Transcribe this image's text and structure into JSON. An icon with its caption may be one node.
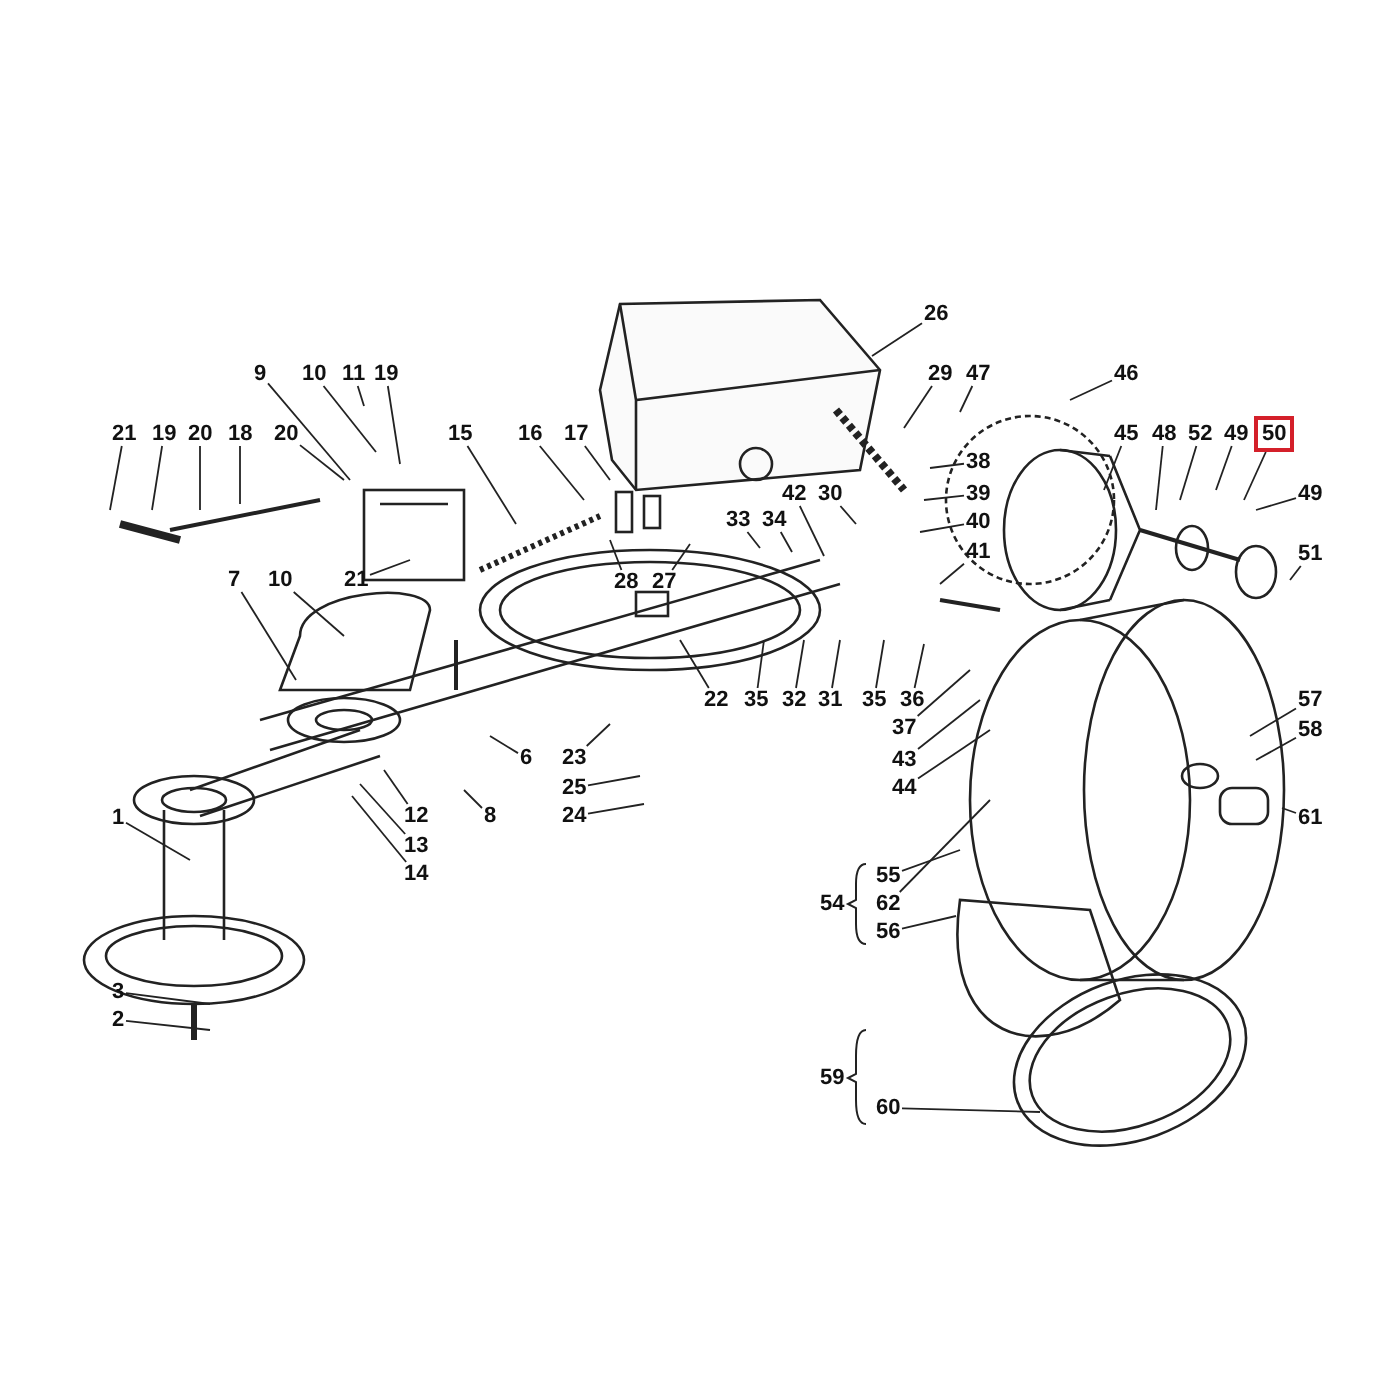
{
  "diagram": {
    "nodes": [
      {
        "text": [
          "26"
        ]
      },
      {
        "text": [
          "29"
        ]
      },
      {
        "text": [
          "47"
        ]
      },
      {
        "text": [
          "46"
        ]
      },
      {
        "text": [
          "9"
        ]
      },
      {
        "text": [
          "10"
        ]
      },
      {
        "text": [
          "11"
        ]
      },
      {
        "text": [
          "19"
        ]
      },
      {
        "text": [
          "21"
        ]
      },
      {
        "text": [
          "19"
        ]
      },
      {
        "text": [
          "20"
        ]
      },
      {
        "text": [
          "18"
        ]
      },
      {
        "text": [
          "20"
        ]
      },
      {
        "text": [
          "15"
        ]
      },
      {
        "text": [
          "16"
        ]
      },
      {
        "text": [
          "17"
        ]
      },
      {
        "text": [
          "45"
        ]
      },
      {
        "text": [
          "48"
        ]
      },
      {
        "text": [
          "52"
        ]
      },
      {
        "text": [
          "49"
        ]
      },
      {
        "text": [
          "50"
        ]
      },
      {
        "text": [
          "42"
        ]
      },
      {
        "text": [
          "30"
        ]
      },
      {
        "text": [
          "38"
        ]
      },
      {
        "text": [
          "49"
        ]
      },
      {
        "text": [
          "39"
        ]
      },
      {
        "text": [
          "33"
        ]
      },
      {
        "text": [
          "34"
        ]
      },
      {
        "text": [
          "40"
        ]
      },
      {
        "text": [
          "41"
        ]
      },
      {
        "text": [
          "51"
        ]
      },
      {
        "text": [
          "7"
        ]
      },
      {
        "text": [
          "10"
        ]
      },
      {
        "text": [
          "21"
        ]
      },
      {
        "text": [
          "28"
        ]
      },
      {
        "text": [
          "27"
        ]
      },
      {
        "text": [
          "22"
        ]
      },
      {
        "text": [
          "6"
        ]
      },
      {
        "text": [
          "23"
        ]
      },
      {
        "text": [
          "12"
        ]
      },
      {
        "text": [
          "8"
        ]
      },
      {
        "text": [
          "35"
        ]
      },
      {
        "text": [
          "32"
        ]
      },
      {
        "text": [
          "31"
        ]
      },
      {
        "text": [
          "35"
        ]
      },
      {
        "text": [
          "36"
        ]
      },
      {
        "text": [
          "37"
        ]
      },
      {
        "text": [
          "57"
        ]
      },
      {
        "text": [
          "13"
        ]
      },
      {
        "text": [
          "25"
        ]
      },
      {
        "text": [
          "58"
        ]
      },
      {
        "text": [
          "43"
        ]
      },
      {
        "text": [
          "14"
        ]
      },
      {
        "text": [
          "24"
        ]
      },
      {
        "text": [
          "44"
        ]
      },
      {
        "text": [
          "61"
        ]
      },
      {
        "text": [
          "1"
        ]
      },
      {
        "text": [
          "55"
        ]
      },
      {
        "text": [
          "62"
        ]
      },
      {
        "text": [
          "56"
        ]
      },
      {
        "text": [
          "3"
        ]
      },
      {
        "text": [
          "2"
        ]
      },
      {
        "text": [
          "60"
        ]
      }
    ],
    "edges": [
      {
        "from": 0,
        "to": null,
        "arrow": "none"
      },
      {
        "from": 1,
        "to": null,
        "arrow": "none"
      },
      {
        "from": 2,
        "to": null,
        "arrow": "none"
      },
      {
        "from": 3,
        "to": null,
        "arrow": "none"
      },
      {
        "from": 4,
        "to": null,
        "arrow": "none"
      },
      {
        "from": 5,
        "to": null,
        "arrow": "none"
      },
      {
        "from": 6,
        "to": null,
        "arrow": "none"
      },
      {
        "from": 7,
        "to": null,
        "arrow": "none"
      },
      {
        "from": 8,
        "to": null,
        "arrow": "none"
      },
      {
        "from": 9,
        "to": null,
        "arrow": "none"
      },
      {
        "from": 10,
        "to": null,
        "arrow": "none"
      },
      {
        "from": 11,
        "to": null,
        "arrow": "none"
      },
      {
        "from": 12,
        "to": null,
        "arrow": "none"
      },
      {
        "from": 13,
        "to": null,
        "arrow": "none"
      },
      {
        "from": 14,
        "to": null,
        "arrow": "none"
      },
      {
        "from": 15,
        "to": null,
        "arrow": "none"
      },
      {
        "from": 16,
        "to": null,
        "arrow": "none"
      },
      {
        "from": 17,
        "to": null,
        "arrow": "none"
      },
      {
        "from": 18,
        "to": null,
        "arrow": "none"
      },
      {
        "from": 19,
        "to": null,
        "arrow": "none"
      },
      {
        "from": 20,
        "to": null,
        "arrow": "none"
      },
      {
        "from": 21,
        "to": null,
        "arrow": "none"
      },
      {
        "from": 22,
        "to": null,
        "arrow": "none"
      },
      {
        "from": 23,
        "to": null,
        "arrow": "none"
      },
      {
        "from": 24,
        "to": null,
        "arrow": "none"
      },
      {
        "from": 25,
        "to": null,
        "arrow": "none"
      },
      {
        "from": 26,
        "to": null,
        "arrow": "none"
      },
      {
        "from": 27,
        "to": null,
        "arrow": "none"
      },
      {
        "from": 28,
        "to": null,
        "arrow": "none"
      },
      {
        "from": 29,
        "to": null,
        "arrow": "none"
      },
      {
        "from": 30,
        "to": null,
        "arrow": "none"
      },
      {
        "from": 31,
        "to": null,
        "arrow": "none"
      },
      {
        "from": 32,
        "to": null,
        "arrow": "none"
      },
      {
        "from": 33,
        "to": null,
        "arrow": "none"
      },
      {
        "from": 34,
        "to": null,
        "arrow": "none"
      },
      {
        "from": 35,
        "to": null,
        "arrow": "none"
      },
      {
        "from": 36,
        "to": null,
        "arrow": "none"
      },
      {
        "from": 37,
        "to": null,
        "arrow": "none"
      },
      {
        "from": 38,
        "to": null,
        "arrow": "none"
      },
      {
        "from": 39,
        "to": null,
        "arrow": "none"
      },
      {
        "from": 40,
        "to": null,
        "arrow": "none"
      },
      {
        "from": 41,
        "to": null,
        "arrow": "none"
      },
      {
        "from": 42,
        "to": null,
        "arrow": "none"
      },
      {
        "from": 43,
        "to": null,
        "arrow": "none"
      },
      {
        "from": 44,
        "to": null,
        "arrow": "none"
      },
      {
        "from": 45,
        "to": null,
        "arrow": "none"
      },
      {
        "from": 46,
        "to": null,
        "arrow": "none"
      },
      {
        "from": 47,
        "to": null,
        "arrow": "none"
      },
      {
        "from": 48,
        "to": null,
        "arrow": "none"
      },
      {
        "from": 49,
        "to": null,
        "arrow": "none"
      },
      {
        "from": 50,
        "to": null,
        "arrow": "none"
      },
      {
        "from": 51,
        "to": null,
        "arrow": "none"
      },
      {
        "from": 52,
        "to": null,
        "arrow": "none"
      },
      {
        "from": 53,
        "to": null,
        "arrow": "none"
      },
      {
        "from": 54,
        "to": null,
        "arrow": "none"
      },
      {
        "from": 55,
        "to": null,
        "arrow": "none"
      },
      {
        "from": 56,
        "to": null,
        "arrow": "none"
      },
      {
        "from": 57,
        "to": null,
        "arrow": "none"
      },
      {
        "from": 58,
        "to": null,
        "arrow": "none"
      },
      {
        "from": 59,
        "to": null,
        "arrow": "none"
      },
      {
        "from": 60,
        "to": null,
        "arrow": "none"
      },
      {
        "from": 61,
        "to": null,
        "arrow": "none"
      },
      {
        "from": 62,
        "to": null,
        "arrow": "none"
      }
    ],
    "labels": [
      "54",
      "59"
    ]
  }
}
